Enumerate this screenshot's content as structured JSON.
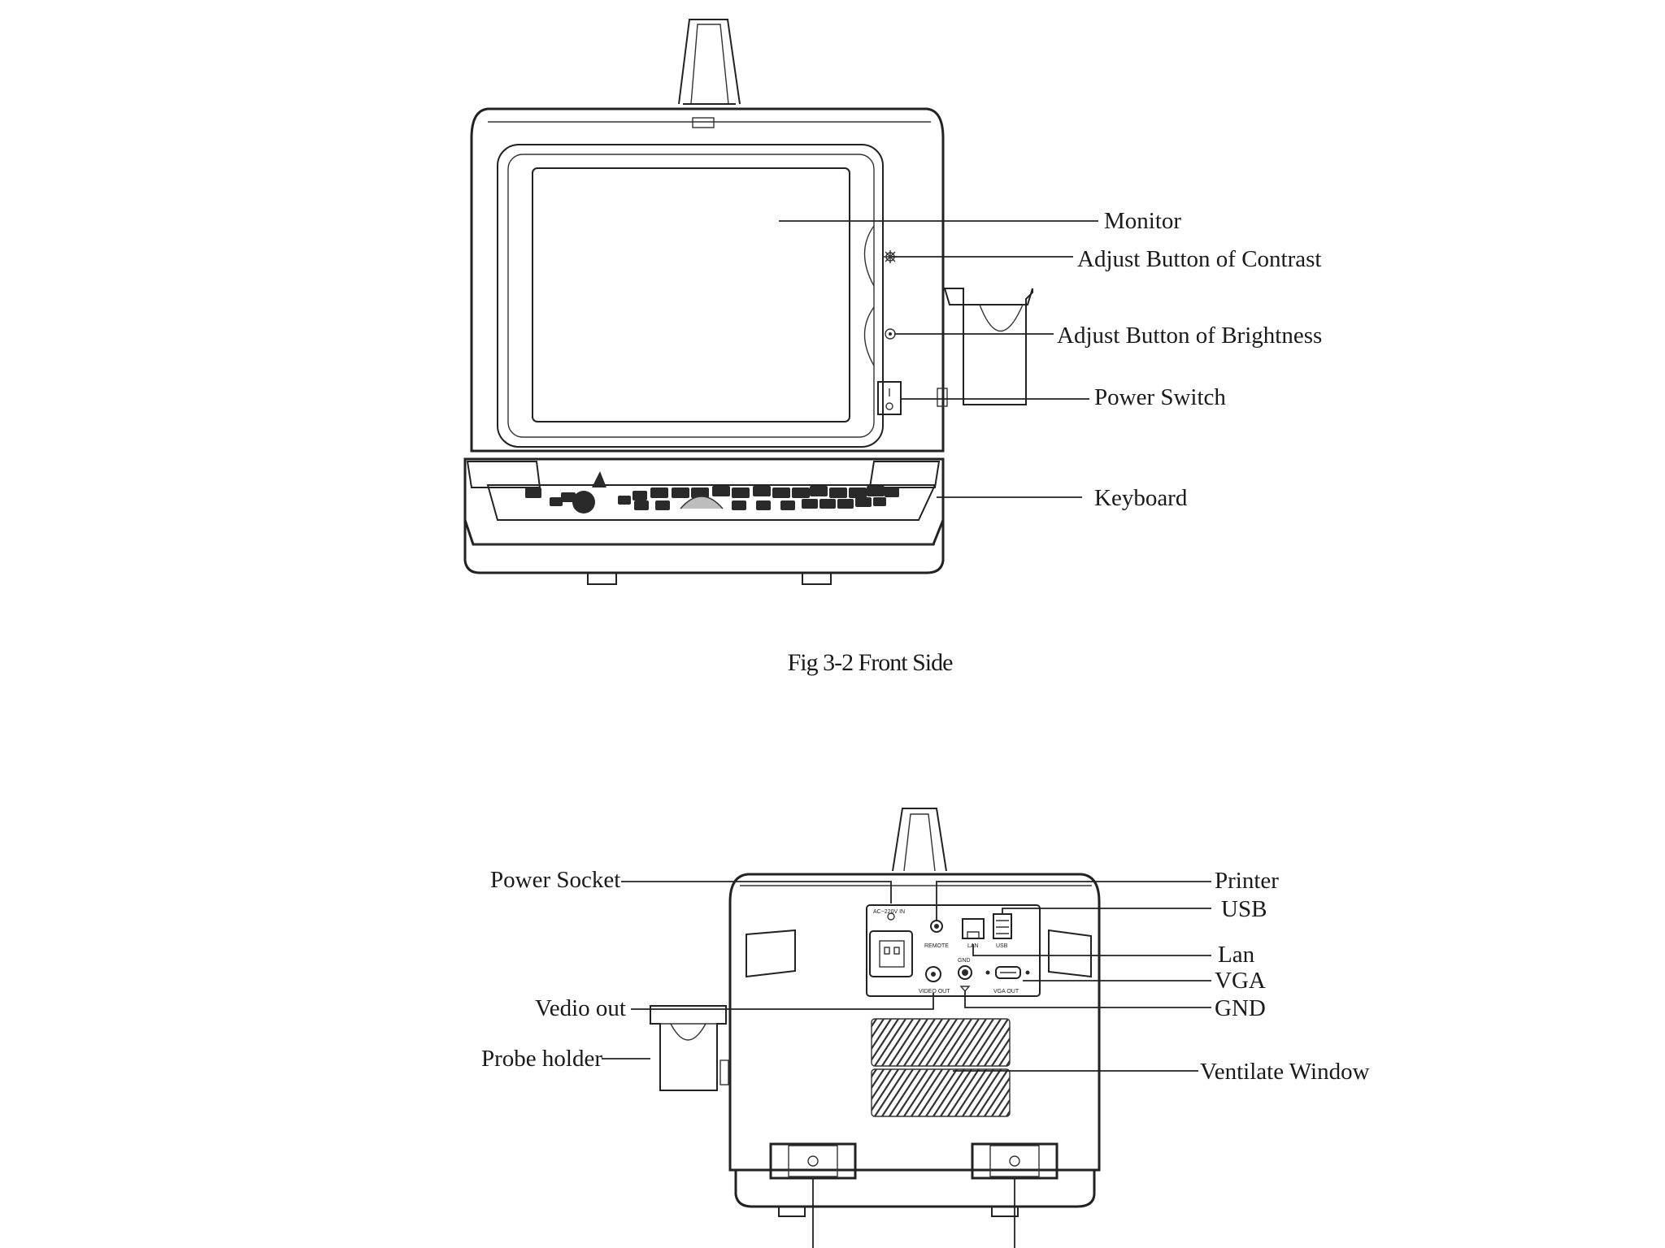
{
  "front_figure": {
    "caption": "Fig 3-2 Front Side",
    "callouts": {
      "monitor": "Monitor",
      "contrast": "Adjust Button of Contrast",
      "brightness": "Adjust Button of Brightness",
      "power_switch": "Power Switch",
      "keyboard": "Keyboard"
    }
  },
  "back_figure": {
    "callouts": {
      "power_socket": "Power Socket",
      "printer": "Printer",
      "usb": "USB",
      "lan": "Lan",
      "vga": "VGA",
      "gnd": "GND",
      "video_out": "Vedio out",
      "probe_holder": "Probe holder",
      "ventilate_window": "Ventilate Window"
    },
    "panel_labels": {
      "ac_in": "AC~220V IN",
      "remote": "REMOTE",
      "lan": "LAN",
      "usb": "USB",
      "gnd": "GND",
      "video_out": "VIDEO OUT",
      "vga_out": "VGA OUT"
    }
  }
}
